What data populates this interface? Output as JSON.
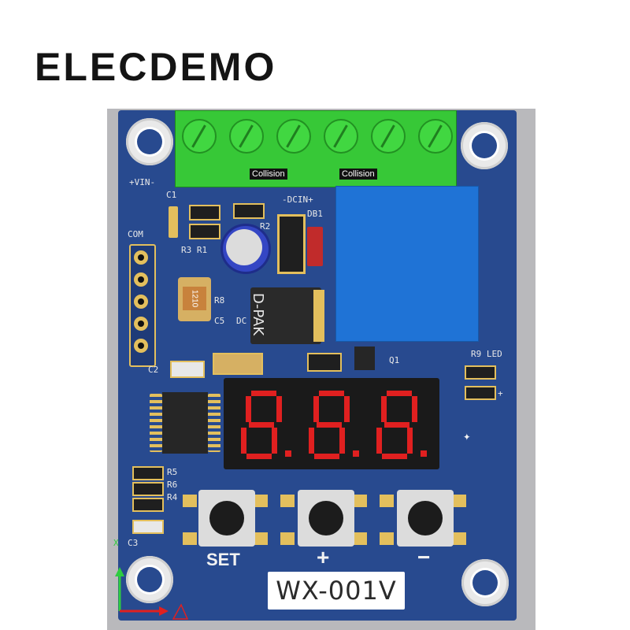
{
  "brand": "ELECDEMO",
  "terminal": {
    "left_label": "+VIN-",
    "collision_1": "Collision",
    "collision_2": "Collision"
  },
  "silkscreen": {
    "com": "COM",
    "c1": "C1",
    "r2": "R2",
    "dcin": "-DCIN+",
    "db1": "DB1",
    "r3r1": "R3 R1",
    "r8": "R8",
    "c5": "C5",
    "dc": "DC",
    "c2": "C2",
    "q1": "Q1",
    "r9led": "R9 LED",
    "plus_small": "+",
    "r5": "R5",
    "r6": "R6",
    "r4": "R4",
    "c3": "C3",
    "x_axis": "X"
  },
  "components": {
    "dpak": "D-PAK",
    "size_1210": "1210"
  },
  "display": {
    "digits": "8.8.8.",
    "segment_color": "#e02020"
  },
  "buttons": {
    "set": "SET",
    "plus": "+",
    "minus": "−"
  },
  "model_label": "WX-001V",
  "colors": {
    "pcb": "#284a8f",
    "terminal": "#37c837",
    "relay": "#1f73d6",
    "pad": "#e3bf5d"
  }
}
